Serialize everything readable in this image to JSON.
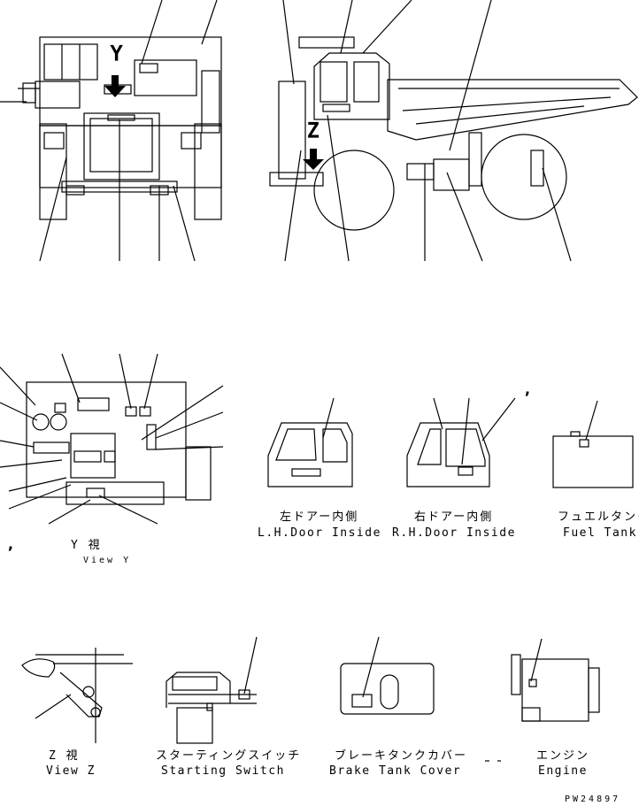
{
  "views": {
    "front_letter_y": "Y",
    "side_letter_z": "Z"
  },
  "captions": {
    "view_y_jp": "Y  視",
    "view_y_en": "View Y",
    "lh_door_jp": "左ドアー内側",
    "lh_door_en": "L.H.Door Inside",
    "rh_door_jp": "右ドアー内側",
    "rh_door_en": "R.H.Door Inside",
    "fuel_tank_jp": "フュエルタンク",
    "fuel_tank_en": "Fuel Tank",
    "view_z_jp": "Z  視",
    "view_z_en": "View Z",
    "starting_switch_jp": "スターティングスイッチ",
    "starting_switch_en": "Starting Switch",
    "brake_tank_jp": "ブレーキタンクカバー",
    "brake_tank_en": "Brake Tank Cover",
    "engine_jp": "エンジン",
    "engine_en": "Engine"
  },
  "drawing_code": "PW24897"
}
